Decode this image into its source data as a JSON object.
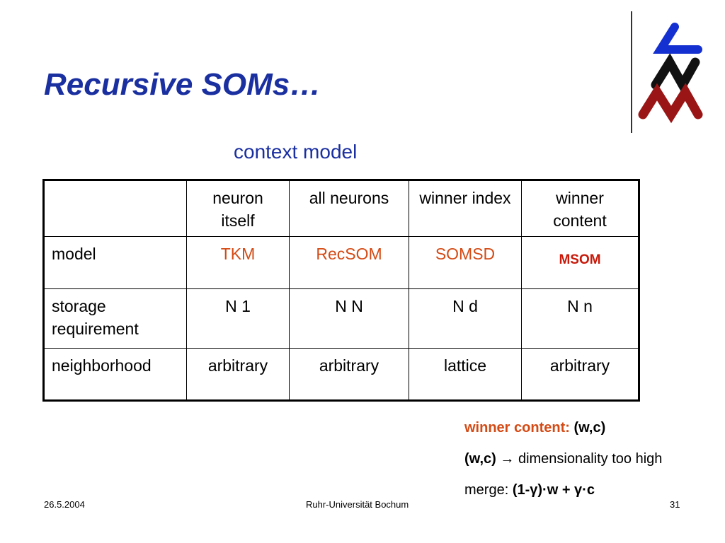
{
  "slide": {
    "title": "Recursive SOMs…",
    "subtitle": "context model"
  },
  "table": {
    "header": [
      "",
      "neuron itself",
      "all neurons",
      "winner index",
      "winner content"
    ],
    "rows": [
      {
        "label": "model",
        "cells": [
          "TKM",
          "RecSOM",
          "SOMSD",
          "MSOM"
        ]
      },
      {
        "label": "storage requirement",
        "cells": [
          "N 1",
          "N N",
          "N d",
          "N n"
        ]
      },
      {
        "label": "neighborhood",
        "cells": [
          "arbitrary",
          "arbitrary",
          "lattice",
          "arbitrary"
        ]
      }
    ]
  },
  "notes": {
    "line1_label": "winner content:",
    "line1_value": "(w,c)",
    "line2_lead": "(w,c)",
    "line2_arrow": "→",
    "line2_text": "dimensionality too high",
    "line3_label": "merge:",
    "line3_formula": "(1-γ)·w + γ·c"
  },
  "footer": {
    "date": "26.5.2004",
    "organization": "Ruhr-Universität Bochum",
    "page": "31"
  },
  "colors": {
    "title": "#1a2fa0",
    "accent": "#d44a14",
    "msom": "#c8190a",
    "logo_blue": "#1530d0",
    "logo_black": "#111111",
    "logo_red": "#9a1515"
  }
}
